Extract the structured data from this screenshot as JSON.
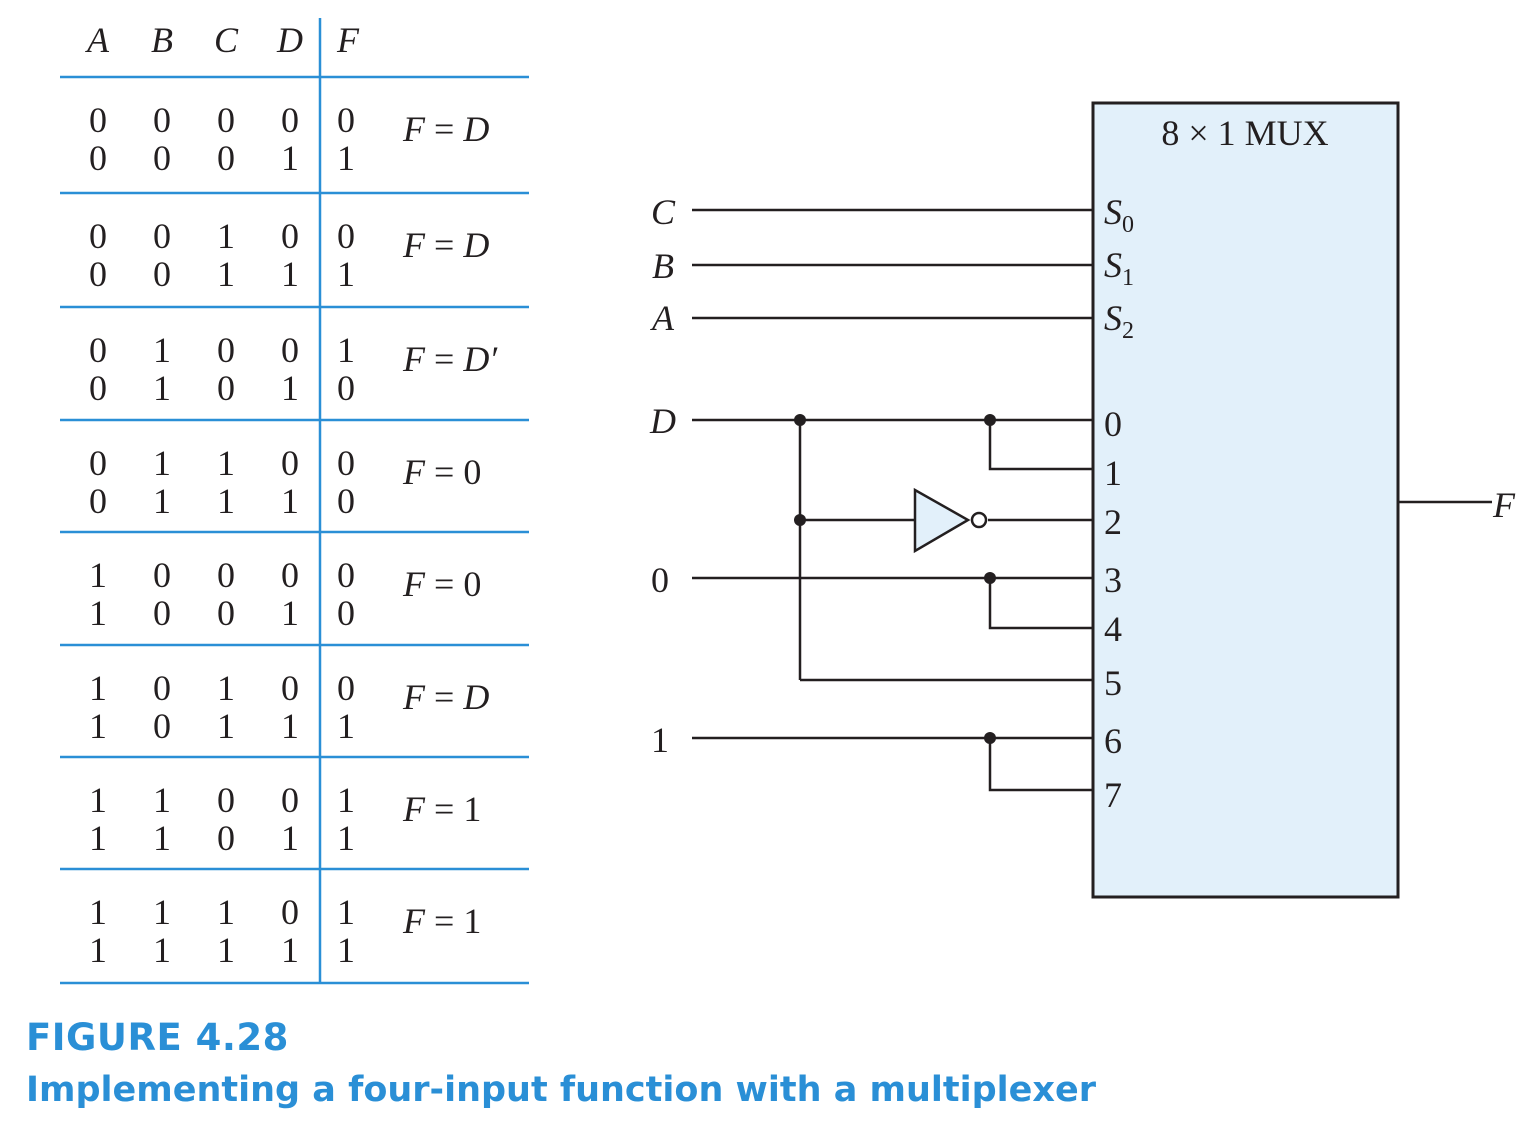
{
  "truth_table": {
    "headers": [
      "A",
      "B",
      "C",
      "D",
      "F"
    ],
    "groups": [
      {
        "rows": [
          [
            "0",
            "0",
            "0",
            "0",
            "0"
          ],
          [
            "0",
            "0",
            "0",
            "1",
            "1"
          ]
        ],
        "expr_lhs": "F",
        "expr_rhs": "D",
        "expr_rhs_italic": true
      },
      {
        "rows": [
          [
            "0",
            "0",
            "1",
            "0",
            "0"
          ],
          [
            "0",
            "0",
            "1",
            "1",
            "1"
          ]
        ],
        "expr_lhs": "F",
        "expr_rhs": "D",
        "expr_rhs_italic": true
      },
      {
        "rows": [
          [
            "0",
            "1",
            "0",
            "0",
            "1"
          ],
          [
            "0",
            "1",
            "0",
            "1",
            "0"
          ]
        ],
        "expr_lhs": "F",
        "expr_rhs": "D′",
        "expr_rhs_italic": true
      },
      {
        "rows": [
          [
            "0",
            "1",
            "1",
            "0",
            "0"
          ],
          [
            "0",
            "1",
            "1",
            "1",
            "0"
          ]
        ],
        "expr_lhs": "F",
        "expr_rhs": "0",
        "expr_rhs_italic": false
      },
      {
        "rows": [
          [
            "1",
            "0",
            "0",
            "0",
            "0"
          ],
          [
            "1",
            "0",
            "0",
            "1",
            "0"
          ]
        ],
        "expr_lhs": "F",
        "expr_rhs": "0",
        "expr_rhs_italic": false
      },
      {
        "rows": [
          [
            "1",
            "0",
            "1",
            "0",
            "0"
          ],
          [
            "1",
            "0",
            "1",
            "1",
            "1"
          ]
        ],
        "expr_lhs": "F",
        "expr_rhs": "D",
        "expr_rhs_italic": true
      },
      {
        "rows": [
          [
            "1",
            "1",
            "0",
            "0",
            "1"
          ],
          [
            "1",
            "1",
            "0",
            "1",
            "1"
          ]
        ],
        "expr_lhs": "F",
        "expr_rhs": "1",
        "expr_rhs_italic": false
      },
      {
        "rows": [
          [
            "1",
            "1",
            "1",
            "0",
            "1"
          ],
          [
            "1",
            "1",
            "1",
            "1",
            "1"
          ]
        ],
        "expr_lhs": "F",
        "expr_rhs": "1",
        "expr_rhs_italic": false
      }
    ]
  },
  "mux": {
    "title": "8 × 1 MUX",
    "select_labels": [
      {
        "letter": "S",
        "sub": "0"
      },
      {
        "letter": "S",
        "sub": "1"
      },
      {
        "letter": "S",
        "sub": "2"
      }
    ],
    "data_labels": [
      "0",
      "1",
      "2",
      "3",
      "4",
      "5",
      "6",
      "7"
    ],
    "output_label": "F",
    "fill_color": "#e2f0fa"
  },
  "inputs": {
    "select": [
      "C",
      "B",
      "A"
    ],
    "d": "D",
    "zero": "0",
    "one": "1"
  },
  "caption": {
    "figure_number": "FIGURE 4.28",
    "title": "Implementing a four-input function with a multiplexer",
    "color": "#2a8fd6"
  },
  "colors": {
    "table_rule": "#2a8fd6",
    "ink": "#231f20"
  }
}
